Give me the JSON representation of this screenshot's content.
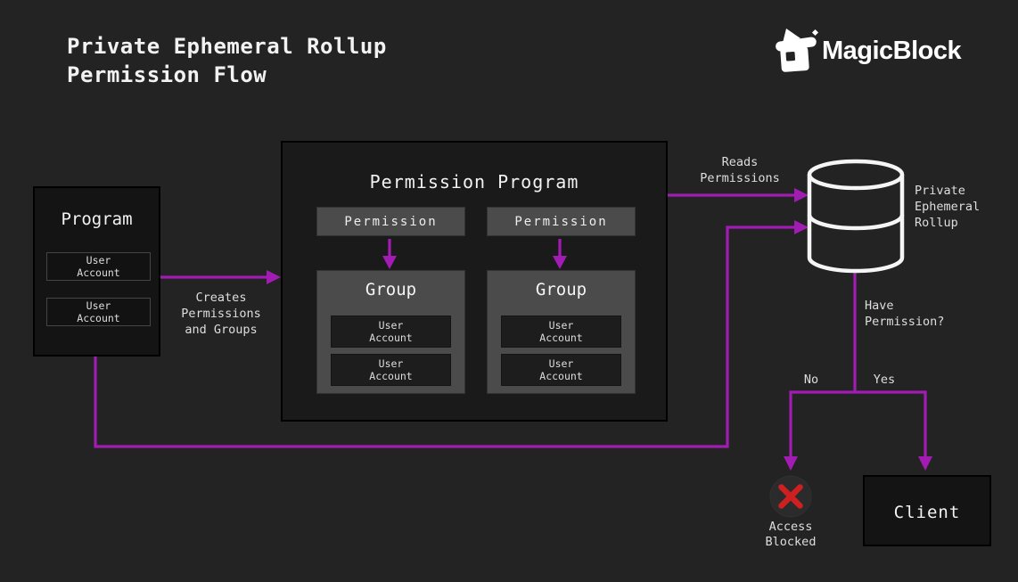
{
  "header": {
    "title": "Private Ephemeral Rollup\nPermission Flow",
    "brand": "MagicBlock"
  },
  "colors": {
    "background": "#232323",
    "accent": "#A21CB4",
    "box_fill": "#141414",
    "panel_fill": "#1A1A1A",
    "gray_fill": "#4B4B4B",
    "account_fill": "#121212",
    "text_primary": "#F2F2F2",
    "text_secondary": "#DEDEDE",
    "stroke_white": "#F5F5F5",
    "error_red": "#CE2020"
  },
  "nodes": {
    "program": {
      "title": "Program",
      "accounts": [
        "User\nAccount",
        "User\nAccount"
      ]
    },
    "permission_program": {
      "title": "Permission Program",
      "permissions": [
        "Permission",
        "Permission"
      ],
      "groups": [
        {
          "title": "Group",
          "accounts": [
            "User\nAccount",
            "User\nAccount"
          ]
        },
        {
          "title": "Group",
          "accounts": [
            "User\nAccount",
            "User\nAccount"
          ]
        }
      ]
    },
    "rollup": {
      "label": "Private\nEphemeral\nRollup"
    },
    "client": {
      "title": "Client"
    },
    "access_blocked": {
      "label": "Access\nBlocked"
    }
  },
  "labels": {
    "creates": "Creates\nPermissions\nand Groups",
    "reads": "Reads\nPermissions",
    "have_permission": "Have\nPermission?",
    "no": "No",
    "yes": "Yes"
  }
}
